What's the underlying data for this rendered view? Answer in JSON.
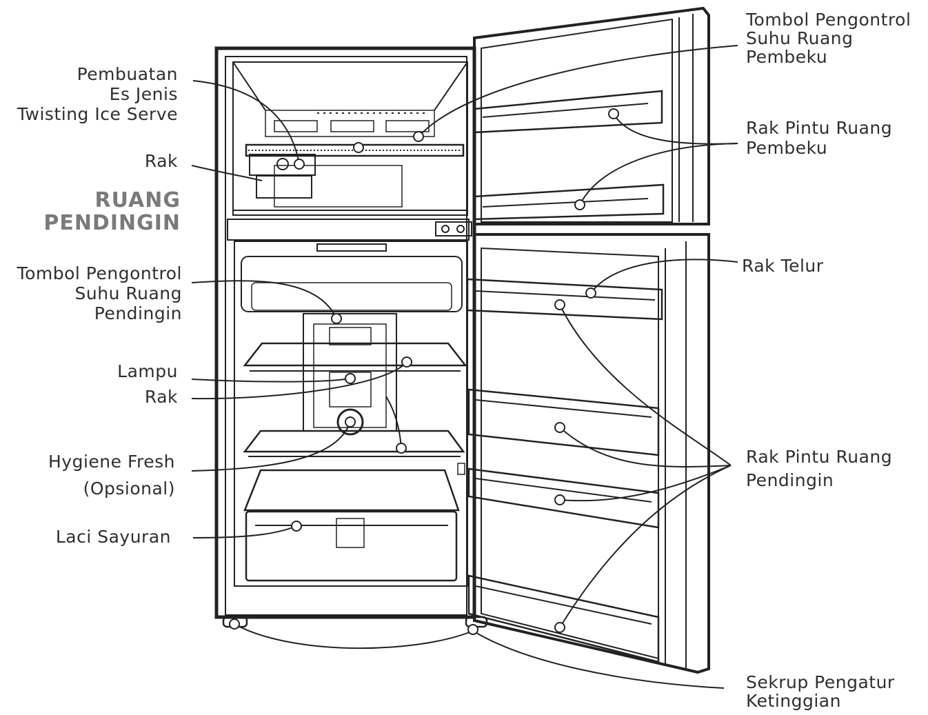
{
  "section_heading": [
    "RUANG",
    "PENDINGIN"
  ],
  "labels": {
    "ice_maker": [
      "Pembuatan",
      "Es Jenis",
      "Twisting Ice Serve"
    ],
    "freezer_shelf": "Rak",
    "fridge_control": [
      "Tombol Pengontrol",
      "Suhu Ruang",
      "Pendingin"
    ],
    "lamp": "Lampu",
    "fridge_shelf": "Rak",
    "hygiene_fresh": [
      "Hygiene Fresh",
      "(Opsional)"
    ],
    "vegetable_drawer": "Laci Sayuran",
    "freezer_control": [
      "Tombol Pengontrol",
      "Suhu Ruang",
      "Pembeku"
    ],
    "freezer_door_rack": [
      "Rak Pintu Ruang",
      "Pembeku"
    ],
    "egg_tray": "Rak Telur",
    "fridge_door_rack": [
      "Rak Pintu Ruang",
      "Pendingin"
    ],
    "leveling_screw": [
      "Sekrup Pengatur",
      "Ketinggian"
    ]
  }
}
